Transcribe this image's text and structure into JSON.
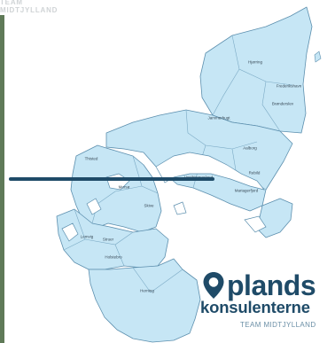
{
  "header": {
    "title": "TEAM MIDTJYLLAND"
  },
  "map": {
    "land_color": "#c6e6f5",
    "border_color": "#7aa9c4",
    "coast_color": "#5c8fae",
    "municipalities": [
      {
        "name": "Hjørring"
      },
      {
        "name": "Frederikshavn"
      },
      {
        "name": "Brønderslev"
      },
      {
        "name": "Jammerbugt"
      },
      {
        "name": "Aalborg"
      },
      {
        "name": "Thisted"
      },
      {
        "name": "Vesthimmerland"
      },
      {
        "name": "Rebild"
      },
      {
        "name": "Mariagerfjord"
      },
      {
        "name": "Morsø"
      },
      {
        "name": "Skive"
      },
      {
        "name": "Lemvig"
      },
      {
        "name": "Struer"
      },
      {
        "name": "Holstebro"
      },
      {
        "name": "Herning"
      }
    ]
  },
  "pointer": {
    "color": "#1f4b68"
  },
  "logo": {
    "word": "plands",
    "subtitle": "konsulenterne",
    "team": "TEAM MIDTJYLLAND",
    "brand_color": "#1f4b68",
    "team_color": "#6b8fa6"
  }
}
